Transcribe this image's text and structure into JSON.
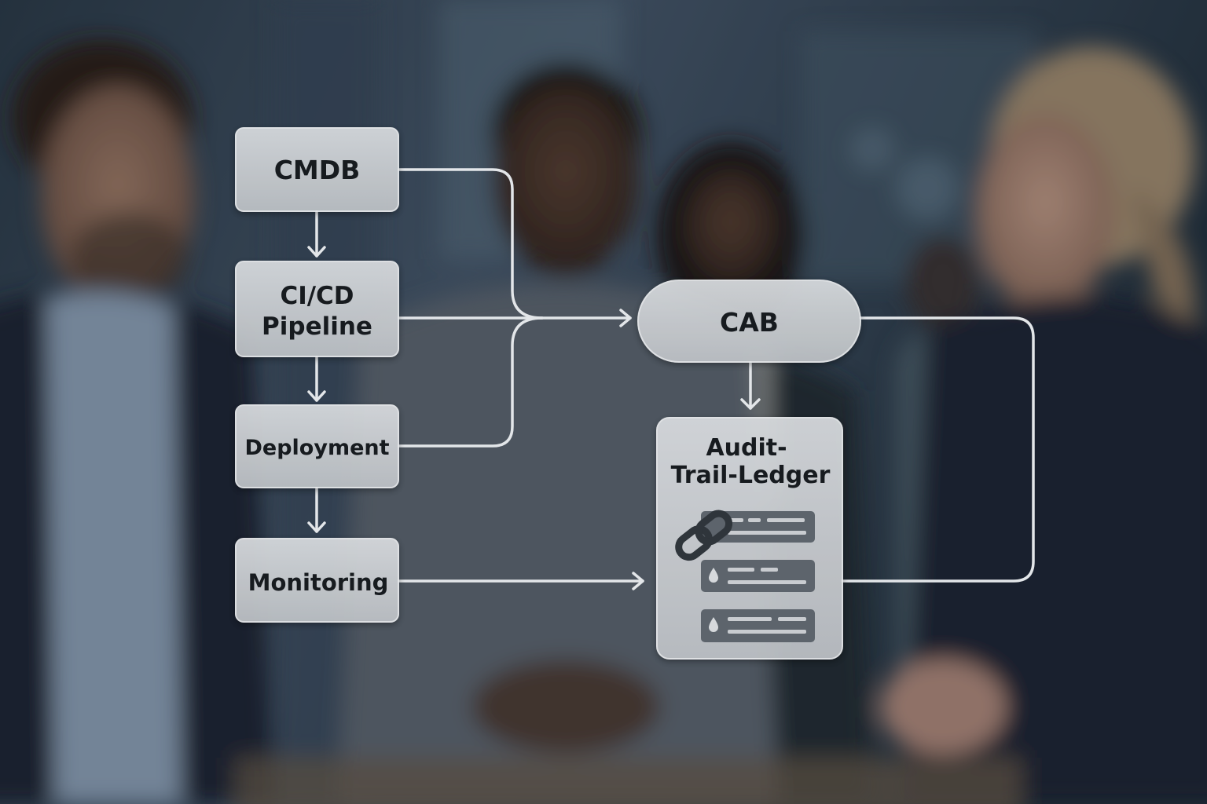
{
  "diagram": {
    "nodes": {
      "cmdb": "CMDB",
      "cicd_line1": "CI/CD",
      "cicd_line2": "Pipeline",
      "deployment": "Deployment",
      "monitoring": "Monitoring",
      "cab": "CAB",
      "ledger_line1": "Audit-",
      "ledger_line2": "Trail-Ledger"
    },
    "edges": [
      {
        "from": "CMDB",
        "to": "CI/CD Pipeline"
      },
      {
        "from": "CI/CD Pipeline",
        "to": "Deployment"
      },
      {
        "from": "Deployment",
        "to": "Monitoring"
      },
      {
        "from": "CMDB",
        "to": "CAB"
      },
      {
        "from": "CI/CD Pipeline",
        "to": "CAB"
      },
      {
        "from": "Deployment",
        "to": "CAB"
      },
      {
        "from": "CAB",
        "to": "Audit-Trail-Ledger"
      },
      {
        "from": "Monitoring",
        "to": "Audit-Trail-Ledger"
      },
      {
        "from": "CAB",
        "to": "Audit-Trail-Ledger"
      }
    ],
    "icons": [
      "chain-link-icon",
      "drop-icon",
      "drop-icon"
    ]
  },
  "colors": {
    "node_fill": "#c9ccd0",
    "node_stroke": "#e6e8ea",
    "edge": "#e3e6e9",
    "text": "#171b1f",
    "ledger_row": "#5d646c"
  }
}
